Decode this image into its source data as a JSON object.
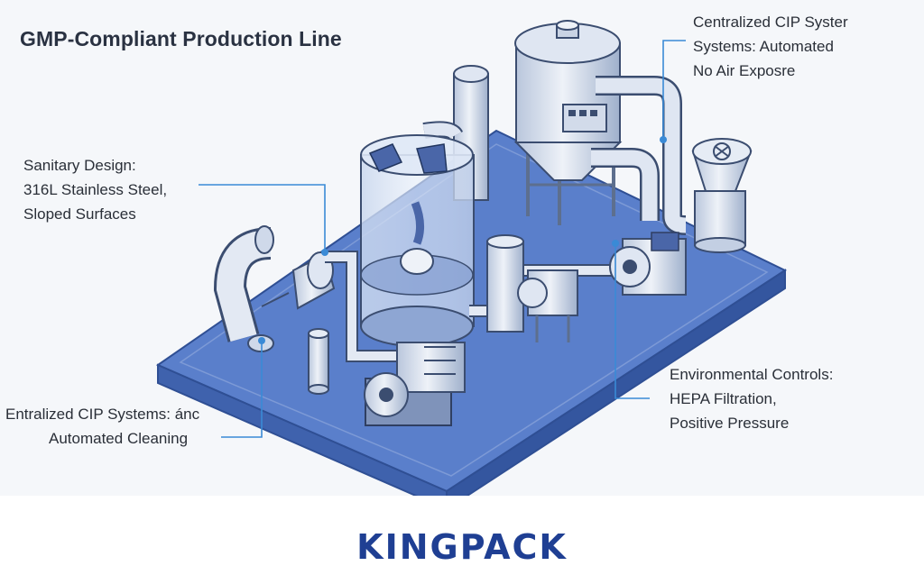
{
  "title": "GMP-Compliant Production Line",
  "callouts": {
    "top_right": [
      "Centralized CIP Syster",
      "Systems: Automated",
      "No Air Exposre"
    ],
    "mid_left": [
      "Sanitary Design:",
      "316L Stainless Steel,",
      "Sloped Surfaces"
    ],
    "bottom_right": [
      "Environmental Controls:",
      "HEPA Filtration,",
      "Positive Pressure"
    ],
    "bottom_left": [
      "Entralized CIP Systems: ánc",
      "Automated Cleaning"
    ]
  },
  "brand": "KINGPACK",
  "colors": {
    "platform": "#5a7fcb",
    "platform_side": "#3f62ad",
    "leader_line": "#3a8ad6",
    "brand": "#1f3f93",
    "title": "#2a3242"
  }
}
